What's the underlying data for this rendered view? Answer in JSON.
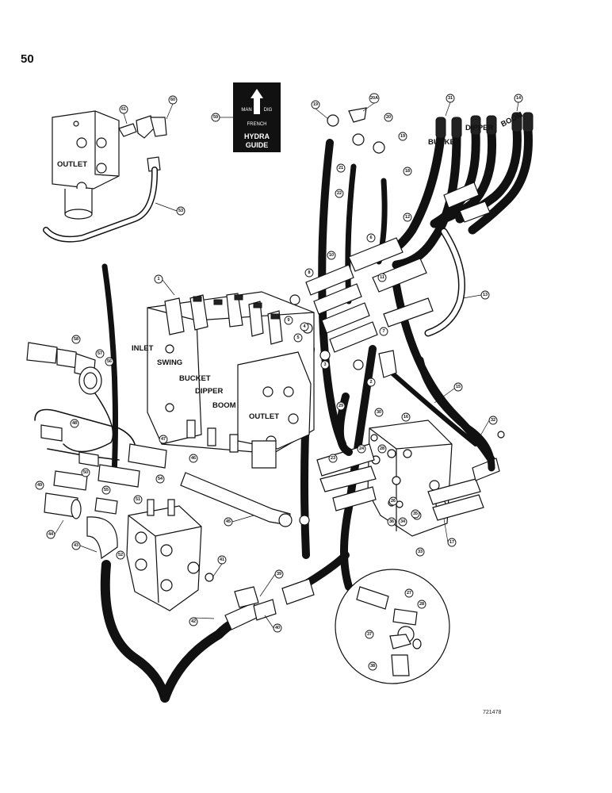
{
  "page": {
    "number": "50",
    "reference_code": "721478"
  },
  "guide": {
    "man": "MAN",
    "dig": "DIG",
    "french": "FRENCH",
    "hydra": "HYDRA",
    "guide": "GUIDE"
  },
  "labels": {
    "outlet_detail": "OUTLET",
    "inlet": "INLET",
    "swing": "SWING",
    "bucket_valve": "BUCKET",
    "dipper_valve": "DIPPER",
    "boom_valve": "BOOM",
    "outlet_valve": "OUTLET",
    "bucket_hose": "BUCKET",
    "dipper_hose": "DIPPER",
    "boom_hose": "BOOM"
  },
  "callouts": [
    "1",
    "2",
    "3",
    "4",
    "5",
    "6",
    "7",
    "8",
    "9",
    "10",
    "11",
    "12",
    "13",
    "14",
    "15",
    "16",
    "17",
    "18",
    "19",
    "19",
    "20",
    "20A",
    "21",
    "22",
    "23",
    "24",
    "25",
    "26",
    "27",
    "28",
    "28",
    "29",
    "30",
    "31",
    "32",
    "33",
    "34",
    "35",
    "36",
    "37",
    "38",
    "39",
    "40",
    "41",
    "42",
    "43",
    "44",
    "45",
    "46",
    "47",
    "48",
    "49",
    "50",
    "51",
    "52",
    "53",
    "54",
    "55",
    "56",
    "57",
    "58",
    "59",
    "60",
    "61"
  ]
}
